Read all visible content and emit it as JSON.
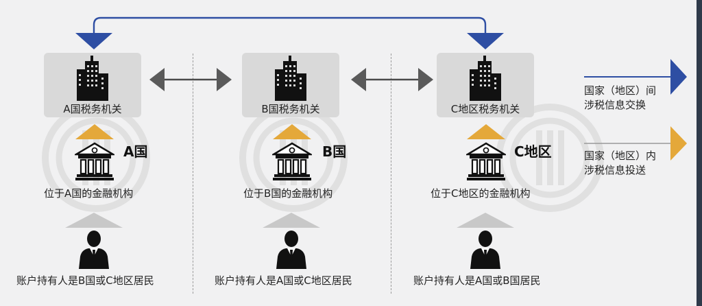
{
  "authorities": {
    "a": "A国税务机关",
    "b": "B国税务机关",
    "c": "C地区税务机关"
  },
  "countries": {
    "a": "A国",
    "b": "B国",
    "c": "C地区"
  },
  "institutions": {
    "a": "位于A国的金融机构",
    "b": "位于B国的金融机构",
    "c": "位于C地区的金融机构"
  },
  "holders": {
    "a": "账户持有人是B国或C地区居民",
    "b": "账户持有人是A国或C地区居民",
    "c": "账户持有人是A国或B国居民"
  },
  "legend": {
    "inter": {
      "line1": "国家（地区）间",
      "line2": "涉税信息交换",
      "color": "#2e4ea3"
    },
    "intra": {
      "line1": "国家（地区）内",
      "line2": "涉税信息投送",
      "color": "#e4a83a"
    }
  },
  "icons": {
    "authority": "office-building-icon",
    "institution": "bank-icon",
    "holder": "businessman-icon",
    "watermark": "watermark-logo"
  }
}
